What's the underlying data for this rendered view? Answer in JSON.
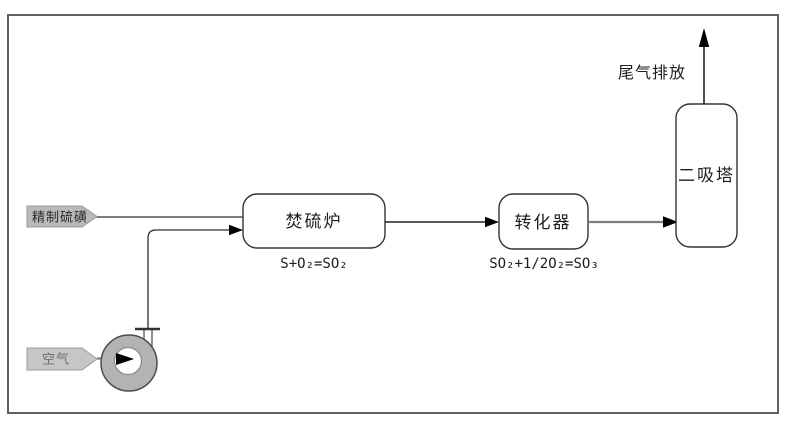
{
  "nodes": {
    "refined_sulfur": {
      "label": "精制硫磺"
    },
    "air": {
      "label": "空气"
    },
    "furnace": {
      "label": "焚硫炉",
      "formula": "S+O₂=SO₂"
    },
    "converter": {
      "label": "转化器",
      "formula": "SO₂+1/2O₂=SO₃"
    },
    "tower": {
      "label": "二吸塔"
    },
    "tail_gas": {
      "label": "尾气排放"
    }
  },
  "icons": {
    "blower": "blower-icon"
  },
  "colors": {
    "background": "#ffffff",
    "border": "#5f5f5f",
    "line_dark": "#2e2e2e",
    "line_gray": "#7d7d7d",
    "box_stroke": "#333333",
    "sulfur_tag_fill": "#b9b9b9",
    "sulfur_tag_text": "#2b2b2b",
    "air_tag_fill": "#c6c6c6",
    "air_tag_text": "#6e6e6e",
    "blower_fill": "#b3b3b3",
    "blower_stroke": "#4d4d4d"
  }
}
